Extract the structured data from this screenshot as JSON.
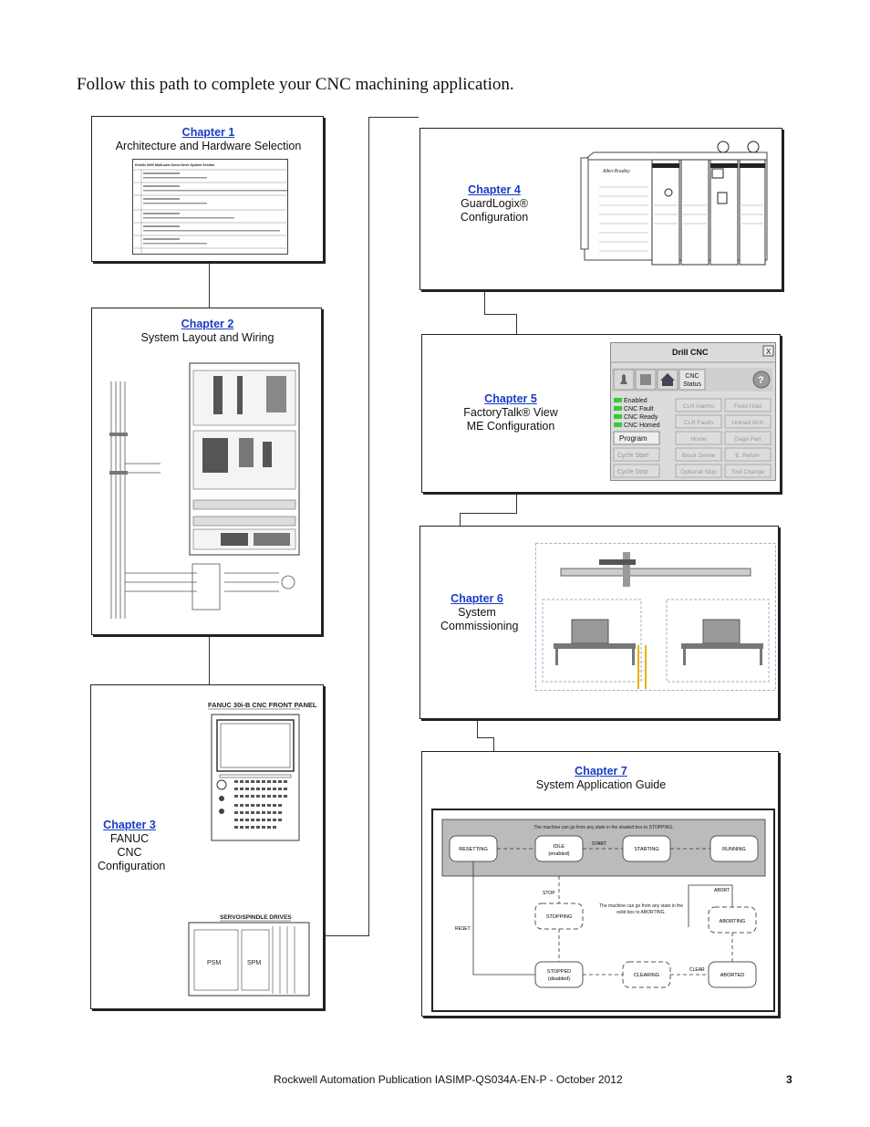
{
  "intro": "Follow this path to complete your CNC machining application.",
  "chapters": {
    "c1": {
      "link": "Chapter 1",
      "title": "Architecture and Hardware Selection",
      "table_title": "Kinetix 6000 Multi-axis Servo Drive System Section"
    },
    "c2": {
      "link": "Chapter 2",
      "title": "System Layout and Wiring"
    },
    "c3": {
      "link": "Chapter 3",
      "title": "FANUC CNC Configuration",
      "panel_title": "FANUC 30i-B CNC FRONT PANEL",
      "drives_title": "SERVO/SPINDLE DRIVES",
      "psm": "PSM",
      "spm": "SPM"
    },
    "c4": {
      "link": "Chapter 4",
      "title": "GuardLogix® Configuration",
      "brand": "Allen-Bradley"
    },
    "c5": {
      "link": "Chapter 5",
      "title": "FactoryTalk® View ME Configuration",
      "hmi": {
        "title": "Drill CNC",
        "close": "X",
        "status": "CNC Status",
        "help": "?",
        "indicators": [
          "Enabled",
          "CNC Fault",
          "CNC Ready",
          "CNC Homed"
        ],
        "program": "Program",
        "buttons": [
          "CLR Alarms",
          "Feed Hold",
          "CLR Faults",
          "Unload Mch",
          "Home",
          "Gage Part",
          "Block Delete",
          "E. Return",
          "Optional Stop",
          "Tool Change"
        ],
        "cycle_start": "Cycle Start",
        "cycle_stop": "Cycle Stop"
      }
    },
    "c6": {
      "link": "Chapter 6",
      "title": "System Commissioning"
    },
    "c7": {
      "link": "Chapter 7",
      "title": "System Application Guide",
      "state": {
        "note_top": "The machine can go from any state in the shaded box to STOPPING.",
        "note_mid": "The machine can go from any state in the solid box to ABORTING.",
        "resetting": "RESETTING",
        "idle": "IDLE",
        "idle_sub": "(enabled)",
        "starting": "STARTING",
        "running": "RUNNING",
        "stopping": "STOPPING",
        "stopped": "STOPPED",
        "stopped_sub": "(disabled)",
        "clearing": "CLEARING",
        "aborting": "ABORTING",
        "aborted": "ABORTED",
        "start": "START",
        "stop": "STOP",
        "reset": "RESET",
        "abort": "ABORT",
        "clear": "CLEAR"
      }
    }
  },
  "footer": {
    "publication": "Rockwell Automation Publication IASIMP-QS034A-EN-P - October 2012",
    "page": "3"
  }
}
